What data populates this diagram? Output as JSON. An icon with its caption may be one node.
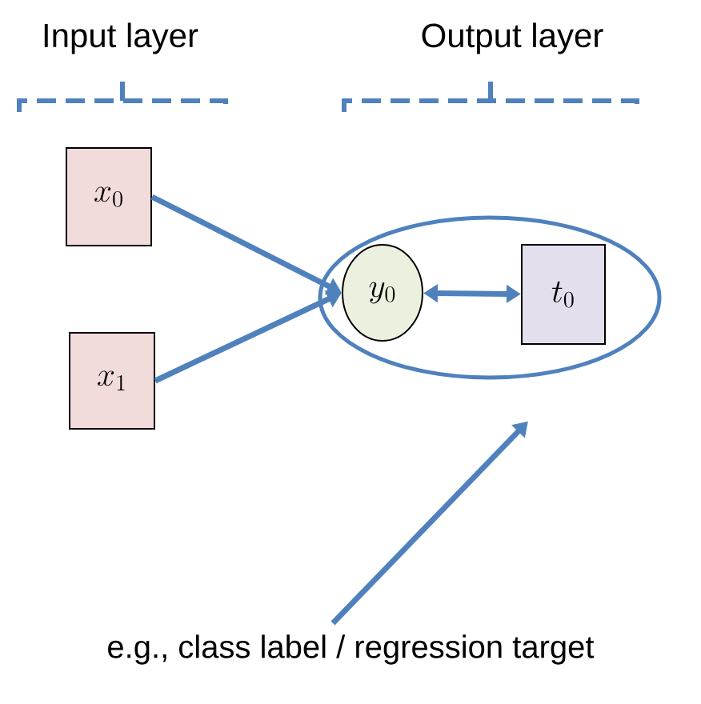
{
  "diagram": {
    "nodes": [
      {
        "text": [
          "x_0"
        ]
      },
      {
        "text": [
          "x_1"
        ]
      },
      {
        "text": [],
        "shape": "ellipse"
      },
      {
        "text": [
          "y_0"
        ],
        "in": 2
      },
      {
        "text": [
          "t_0"
        ],
        "in": 2
      },
      {
        "text": [
          "e.g., class label / regression target"
        ]
      }
    ],
    "edges": [
      {
        "from": 0,
        "to": 3,
        "arrow": "to"
      },
      {
        "from": 1,
        "to": 3,
        "arrow": "to"
      },
      {
        "from": 3,
        "to": 4,
        "arrow": "both"
      },
      {
        "from": 5,
        "to": 2,
        "arrow": "to"
      }
    ],
    "labels": [
      "Input layer",
      "Output layer"
    ]
  }
}
